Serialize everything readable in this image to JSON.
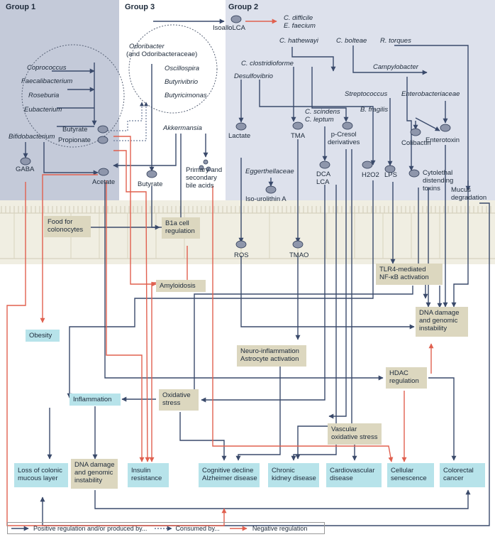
{
  "groups": {
    "group1": "Group 1",
    "group3": "Group 3",
    "group2": "Group 2"
  },
  "group1": {
    "cluster": [
      "Coprococcus",
      "Faecalibacterium",
      "Roseburia",
      "Eubacterium"
    ],
    "bifidobacterium": "Bifidobacterium",
    "gaba": "GABA",
    "butyrate": "Butyrate",
    "propionate": "Propionate",
    "acetate": "Acetate"
  },
  "group3": {
    "odoribacter_1": "Odoribacter",
    "odoribacter_2": "(and Odoribacteraceae)",
    "oscillospira": "Oscillospira",
    "butyrivibrio": "Butyrivibrio",
    "butyricimonas": "Butyricimonas",
    "akkermansia": "Akkermansia",
    "butyrate": "Butyrate",
    "bile_acids": "Primary and\nsecondary\nbile acids"
  },
  "group2": {
    "isoallolca": "IsoalloLCA",
    "c_difficile": "C. difficile",
    "e_faecium": "E. faecium",
    "c_hathewayi": "C. hathewayi",
    "c_bolteae": "C. bolteae",
    "r_torques": "R. torques",
    "c_clostridioforme": "C. clostridioforme",
    "campylobacter": "Campylobacter",
    "desulfovibrio": "Desulfovibrio",
    "streptococcus": "Streptococcus",
    "enterobacteriaceae": "Enterobacteriaceae",
    "c_scindens": "C. scindens",
    "c_leptum": "C. leptum",
    "b_fragilis": "B. fragilis",
    "lactate": "Lactate",
    "tma": "TMA",
    "p_cresol": "p-Cresol\nderivatives",
    "enterotoxin": "Enterotoxin",
    "colibactin": "Colibactin",
    "eggerthellaceae": "Eggerthellaceae",
    "iso_urolithin": "Iso-urolithin A",
    "dca_lca": "DCA\nLCA",
    "h2o2": "H2O2",
    "lps": "LPS",
    "cytolethal": "Cytolethal\ndistending\ntoxins",
    "mucus": "Mucus\ndegradation"
  },
  "host": {
    "food": "Food for\ncolonocytes",
    "b1a": "B1a cell\nregulation",
    "ros": "ROS",
    "tmao": "TMAO",
    "tlr4": "TLR4-mediated\nNF-κB activation",
    "amyloidosis": "Amyloidosis",
    "obesity": "Obesity",
    "dna_damage_right": "DNA damage\nand genomic\ninstability",
    "neuro": "Neuro-inflammation\nAstrocyte activation",
    "hdac": "HDAC\nregulation",
    "oxidative": "Oxidative\nstress",
    "inflammation": "Inflammation",
    "vascular": "Vascular\noxidative stress"
  },
  "outcomes": {
    "loss_mucous": "Loss of colonic\nmucous layer",
    "dna_damage": "DNA damage\nand genomic\ninstability",
    "insulin": "Insulin\nresistance",
    "cognitive": "Cognitive decline\nAlzheimer disease",
    "ckd": "Chronic\nkidney disease",
    "cvd": "Cardiovascular\ndisease",
    "senescence": "Cellular\nsenescence",
    "crc": "Colorectal\ncancer"
  },
  "legend": {
    "positive": "Positive regulation and/or produced by...",
    "consumed": "Consumed by...",
    "negative": "Negative regulation"
  },
  "colors": {
    "group1_bg": "#c4cad9",
    "group2_bg": "#dde1ec",
    "dark_arrow": "#3a4a6b",
    "red_arrow": "#e0604f",
    "tan_box": "#dcd7bf",
    "cyan_box": "#b7e3ea",
    "node": "#8e96ab"
  }
}
